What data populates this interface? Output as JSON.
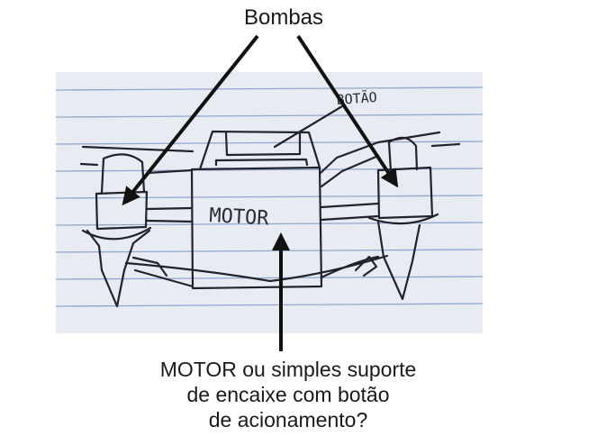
{
  "labels": {
    "pumps": "Bombas",
    "button_handwritten": "BOTÃO",
    "motor_handwritten": "MOTOR"
  },
  "caption_lines": [
    "MOTOR ou simples suporte",
    "de encaixe com botão",
    "de acionamento?"
  ],
  "colors": {
    "paper": "#e9ebf3",
    "ruled_lines": "#8fa6cf",
    "ink": "#22222e",
    "arrow": "#111111"
  }
}
